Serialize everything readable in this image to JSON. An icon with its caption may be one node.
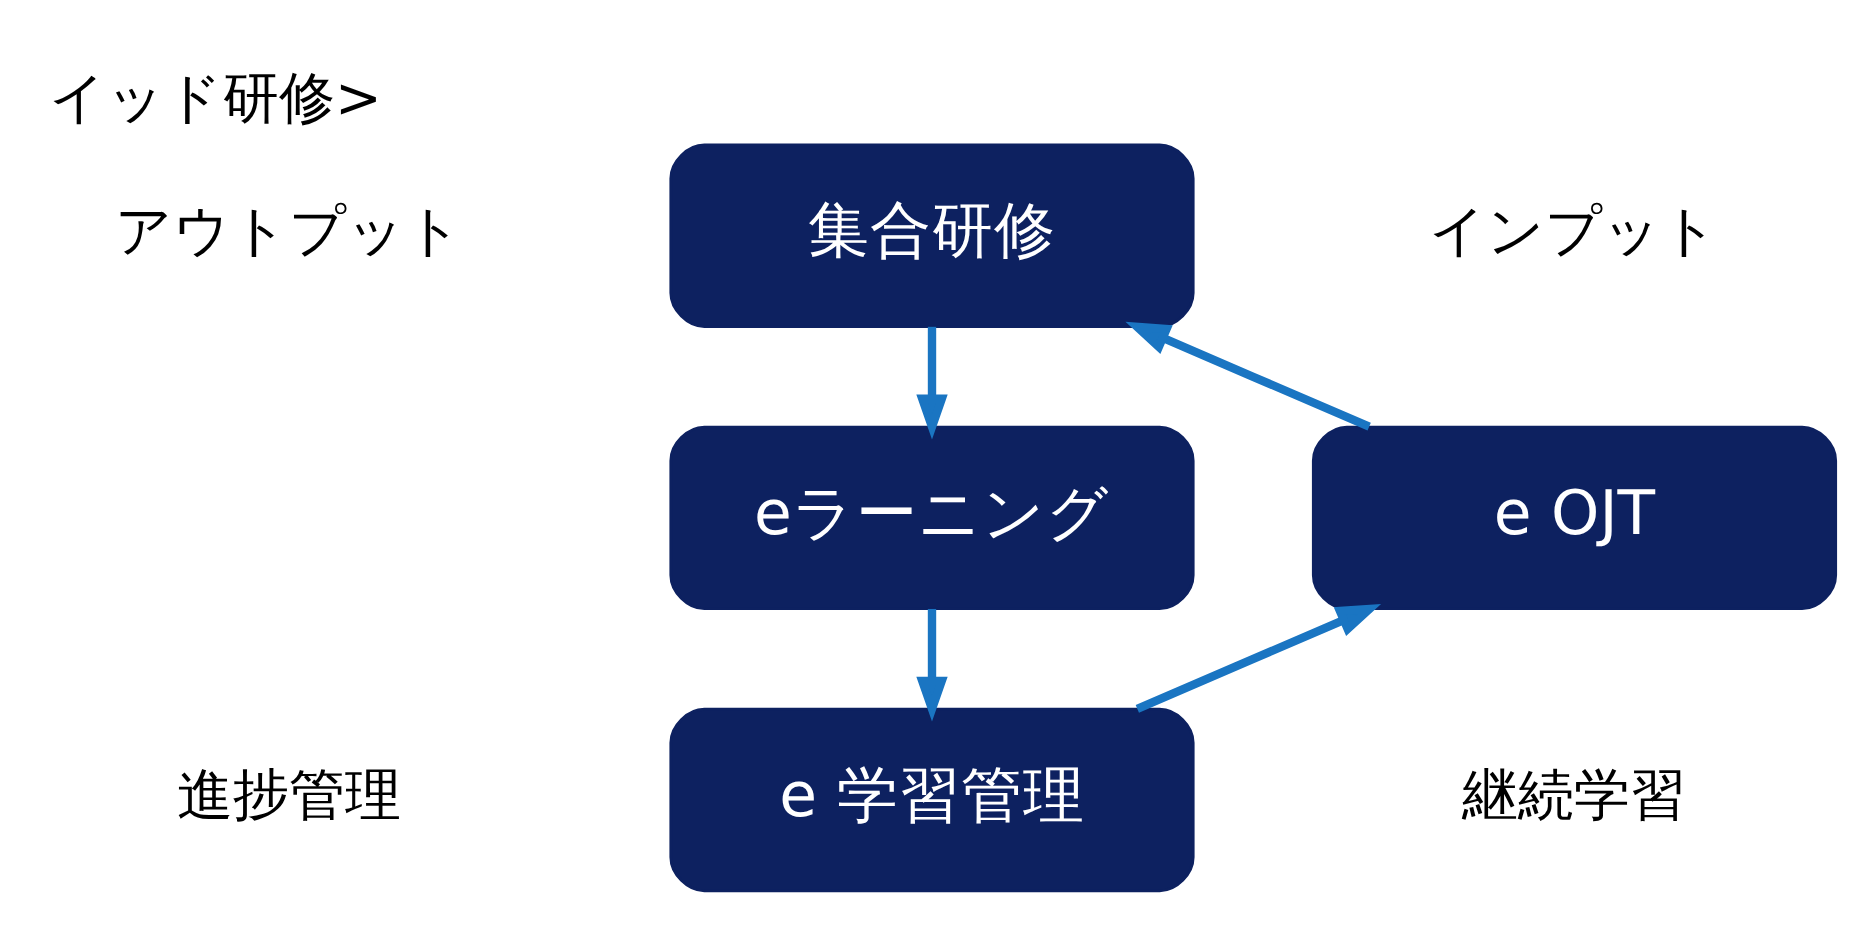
{
  "diagram": {
    "title": "イッド研修>",
    "nodes": [
      {
        "text": [
          "集合研修"
        ]
      },
      {
        "text": [
          "eラーニング"
        ]
      },
      {
        "text": [
          "e 学習管理"
        ]
      },
      {
        "text": [
          "e OJT"
        ]
      }
    ],
    "edges": [
      {
        "from": 0,
        "to": 1,
        "arrow": "to"
      },
      {
        "from": 1,
        "to": 2,
        "arrow": "to"
      },
      {
        "from": 2,
        "to": 3,
        "arrow": "to"
      },
      {
        "from": 3,
        "to": 0,
        "arrow": "to"
      }
    ],
    "labels": [
      "アウトプット",
      "インプット",
      "進捗管理",
      "継続学習"
    ]
  }
}
